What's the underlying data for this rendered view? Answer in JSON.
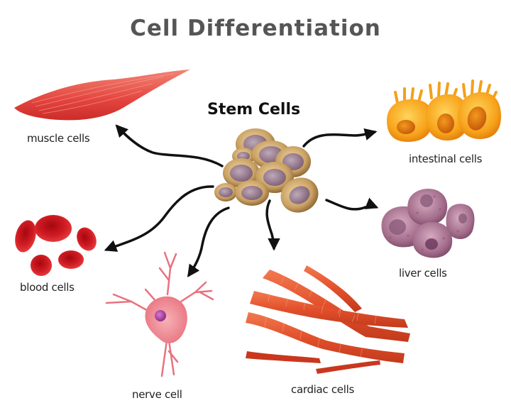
{
  "title": "Cell Differentiation",
  "center": {
    "label": "Stem Cells"
  },
  "cell_types": [
    {
      "id": "muscle",
      "label": "muscle cells"
    },
    {
      "id": "intestinal",
      "label": "intestinal cells"
    },
    {
      "id": "liver",
      "label": "liver cells"
    },
    {
      "id": "blood",
      "label": "blood cells"
    },
    {
      "id": "nerve",
      "label": "nerve cell"
    },
    {
      "id": "cardiac",
      "label": "cardiac cells"
    }
  ],
  "colors": {
    "title": "#555555",
    "arrow": "#111111",
    "stem_outer": "#c9a063",
    "stem_nucleus": "#8a7081",
    "muscle": "#e5413a",
    "intestinal": "#f5a31a",
    "liver": "#9c6a86",
    "blood": "#c4141c",
    "nerve": "#ef8a95",
    "nerve_nucleus": "#a5359a",
    "cardiac": "#e2512b"
  }
}
